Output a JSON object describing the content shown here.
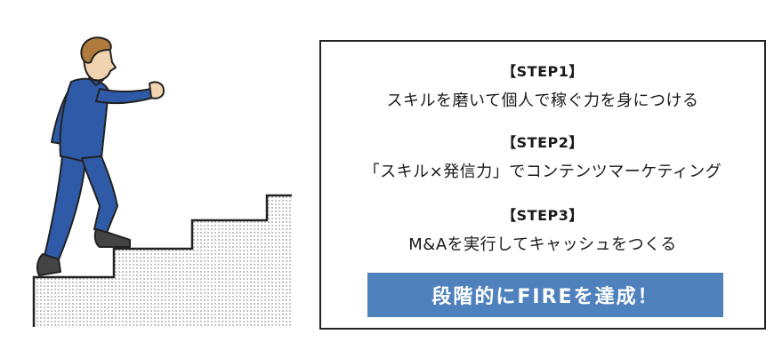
{
  "steps": [
    {
      "heading": "【STEP1】",
      "description": "スキルを磨いて個人で稼ぐ力を身につける"
    },
    {
      "heading": "【STEP2】",
      "description": "「スキル×発信力」でコンテンツマーケティング"
    },
    {
      "heading": "【STEP3】",
      "description": "M&Aを実行してキャッシュをつくる"
    }
  ],
  "banner": {
    "text": "段階的にFIREを達成！"
  },
  "colors": {
    "banner_bg": "#4f81bd",
    "suit": "#2f5aa8",
    "skin": "#f2d3b0",
    "hair": "#b07a3c",
    "outline": "#222222"
  }
}
